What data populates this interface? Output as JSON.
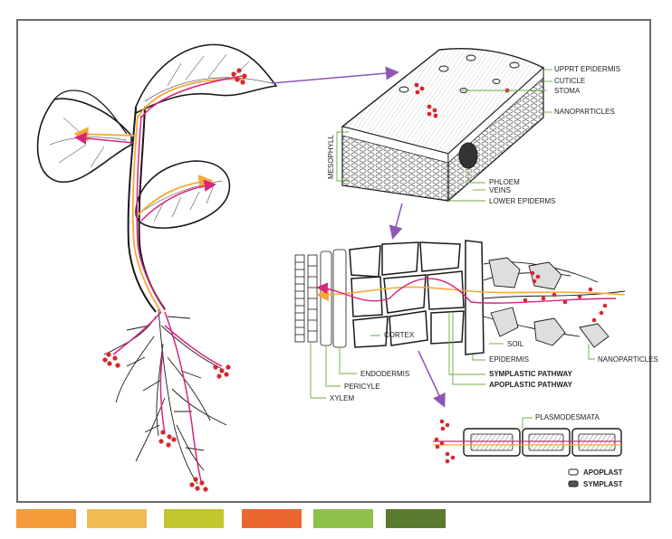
{
  "labels": {
    "upper_epidermis": "UPPRT EPIDERMIS",
    "cuticle": "CUTICLE",
    "stoma": "STOMA",
    "nanoparticles_leaf": "NANOPARTICLES",
    "mesophyll": "MESOPHYLL",
    "phloem": "PHLOEM",
    "veins": "VEINS",
    "lower_epidermis": "LOWER EPIDERMS",
    "soil": "SOIL",
    "epidermis": "EPIDERMIS",
    "nanoparticles_root": "NANOPARTICLES",
    "cortex": "CORTEX",
    "endodermis": "ENDODERMIS",
    "pericycle": "PERICYLE",
    "xylem": "XYLEM",
    "symplastic_pathway": "SYMPLASTIC PATHWAY",
    "apoplastic_pathway": "APOPLASTIC PATHWAY",
    "plasmodesmata": "PLASMODESMATA"
  },
  "legend": {
    "apoplast": "APOPLAST",
    "symplast": "SYMPLAST"
  },
  "colors": {
    "frame": "#6b6b6b",
    "leader_green": "#6cab3b",
    "arrow_purple": "#8e55b5",
    "pathway_orange": "#f5a93a",
    "pathway_magenta": "#d6257c",
    "nanoparticle_red": "#d9262b",
    "swatches": [
      "#f29b38",
      "#efbd52",
      "#c2c62f",
      "#ec6730",
      "#8ec14a",
      "#5a7a2d"
    ]
  }
}
